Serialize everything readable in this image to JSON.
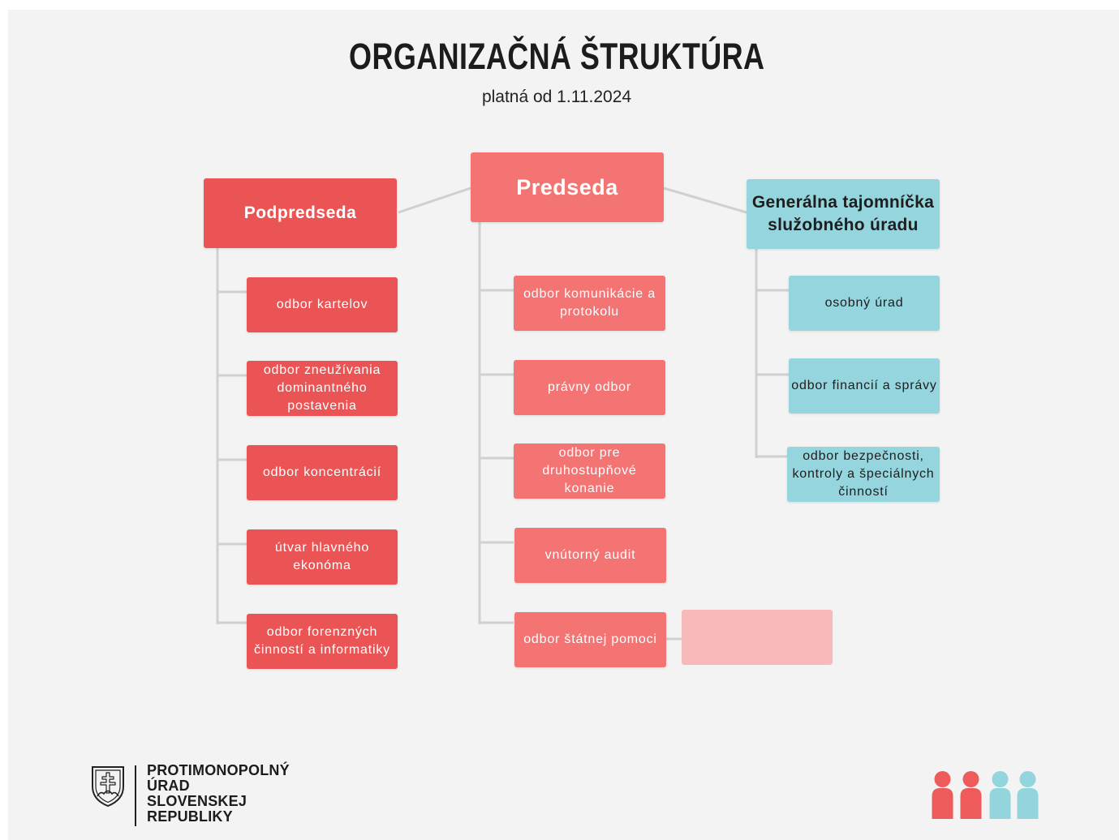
{
  "title": "ORGANIZAČNÁ ŠTRUKTÚRA",
  "subtitle": "platná od 1.11.2024",
  "colors": {
    "background": "#f3f3f3",
    "deputy_red": "#eb5454",
    "chair_salmon": "#f47373",
    "secretary_cyan": "#95d5de",
    "faded_pink": "#f7b9b9",
    "connector": "#d0d0d0",
    "text_dark": "#1c1c1c"
  },
  "leaders": {
    "deputy": "Podpredseda",
    "chair": "Predseda",
    "secretary_general": "Generálna tajomníčka\nslužobného úradu"
  },
  "deputy_units": [
    "odbor kartelov",
    "odbor zneužívania\ndominantného\npostavenia",
    "odbor koncentrácií",
    "útvar hlavného\nekonóma",
    "odbor forenzných\nčinností a informatiky"
  ],
  "chair_units": [
    "odbor komunikácie a\nprotokolu",
    "právny odbor",
    "odbor pre\ndruhostupňové\nkonanie",
    "vnútorný audit",
    "odbor štátnej pomoci"
  ],
  "secretary_units": [
    "osobný úrad",
    "odbor financií a správy",
    "odbor bezpečnosti,\nkontroly a špeciálnych\nčinností"
  ],
  "logo": {
    "emblem_icon": "slovak-coat-of-arms-icon",
    "name_lines": [
      "PROTIMONOPOLNÝ",
      "ÚRAD",
      "SLOVENSKEJ",
      "REPUBLIKY"
    ]
  },
  "decoration": {
    "people_icon": "person-icon",
    "people_colors": [
      "#ee5b5b",
      "#ee5b5b",
      "#93d4dd",
      "#93d4dd"
    ]
  }
}
